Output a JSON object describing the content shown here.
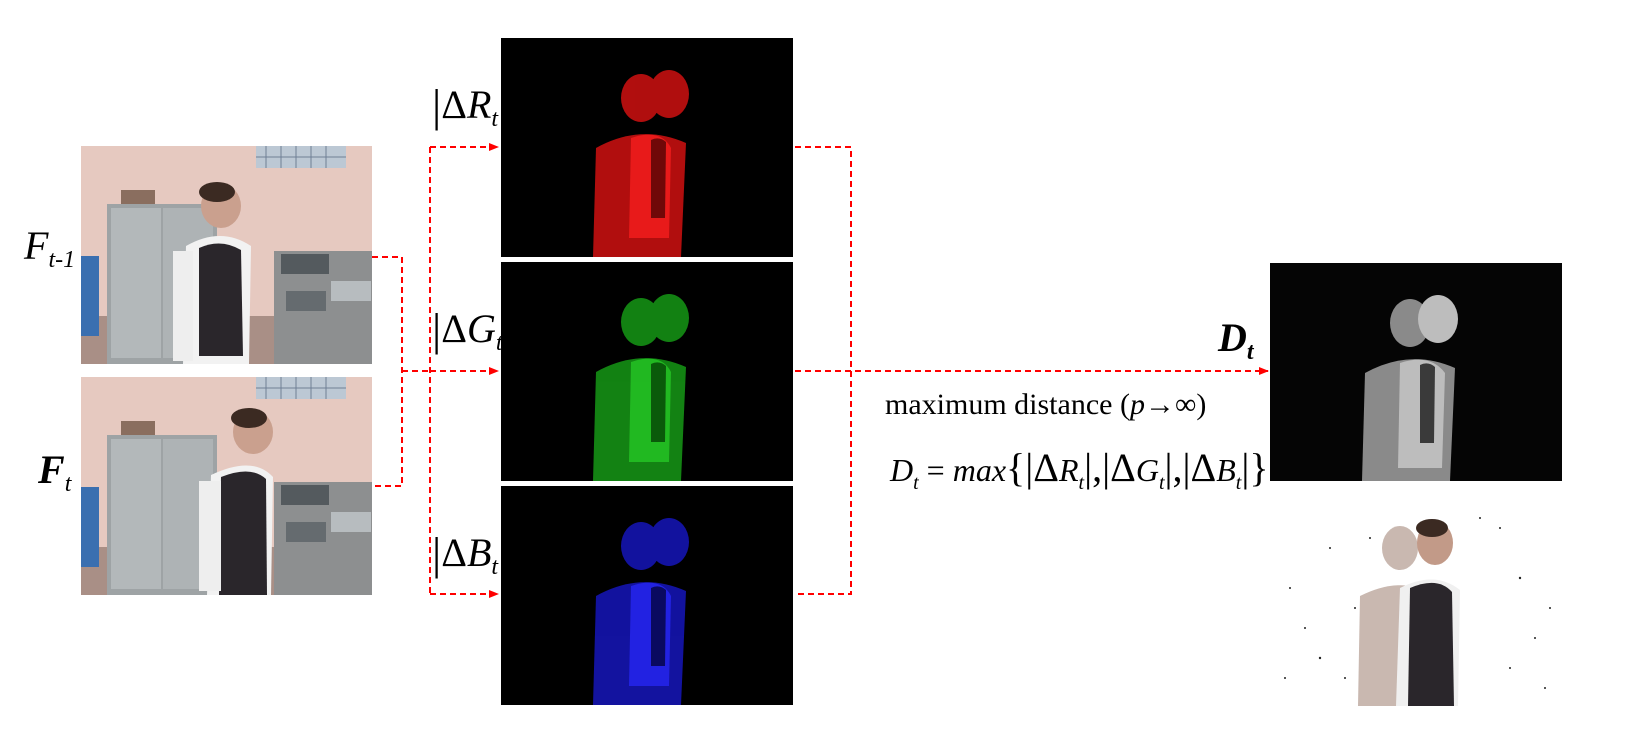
{
  "frames": {
    "prev": {
      "letter": "F",
      "subscript": "t-1"
    },
    "curr": {
      "letter": "F",
      "subscript": "t"
    }
  },
  "channels": [
    {
      "letter": "R",
      "subscript": "t",
      "color": "#e01010"
    },
    {
      "letter": "G",
      "subscript": "t",
      "color": "#18b018"
    },
    {
      "letter": "B",
      "subscript": "t",
      "color": "#1818e0"
    }
  ],
  "output": {
    "letter": "D",
    "subscript": "t"
  },
  "caption": {
    "text_before": "maximum distance (",
    "var": "p",
    "arrow": "→",
    "infinity": "∞",
    "text_after": ")"
  },
  "formula": {
    "lhs": "D",
    "lhs_sub": "t",
    "equals": " = ",
    "func": "max",
    "terms": [
      "R",
      "G",
      "B"
    ],
    "term_sub": "t"
  },
  "colors": {
    "connector": "#ff0000",
    "image_background": "#000000"
  }
}
